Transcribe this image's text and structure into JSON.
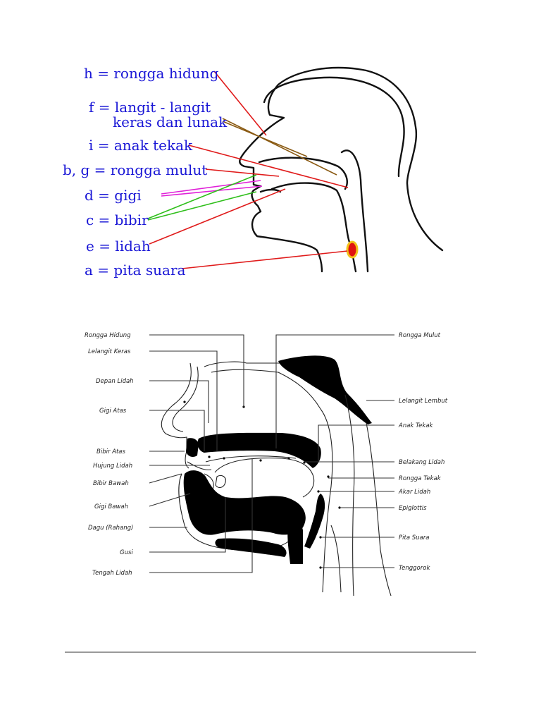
{
  "colors": {
    "label_text": "#1a17d6",
    "red": "#e01b1b",
    "brown": "#8a5a12",
    "magenta": "#e020d8",
    "green": "#2fbf1b",
    "vocal_cord_fill": "#e0120f",
    "vocal_cord_ring": "#f2c21a"
  },
  "top_diagram": {
    "labels": [
      {
        "text": "h = rongga hidung",
        "color": "red"
      },
      {
        "text": "f = langit - langit",
        "color": "brown"
      },
      {
        "text": "keras dan lunak",
        "color": "brown"
      },
      {
        "text": "i = anak tekak",
        "color": "red"
      },
      {
        "text": "b, g = rongga mulut",
        "color": "red"
      },
      {
        "text": "d = gigi",
        "color": "magenta"
      },
      {
        "text": "c = bibir",
        "color": "green"
      },
      {
        "text": "e = lidah",
        "color": "red"
      },
      {
        "text": "a = pita suara",
        "color": "red"
      }
    ]
  },
  "bottom_diagram": {
    "left_labels": [
      "Rongga Hidung",
      "Lelangit Keras",
      "Depan Lidah",
      "Gigi Atas",
      "Bibir Atas",
      "Hujung Lidah",
      "Bibir Bawah",
      "Gigi Bawah",
      "Dagu (Rahang)",
      "Gusi",
      "Tengah Lidah"
    ],
    "right_labels": [
      "Rongga Mulut",
      "Lelangit Lembut",
      "Anak Tekak",
      "Belakang Lidah",
      "Rongga Tekak",
      "Akar Lidah",
      "Epiglottis",
      "Pita Suara",
      "Tenggorok"
    ]
  }
}
